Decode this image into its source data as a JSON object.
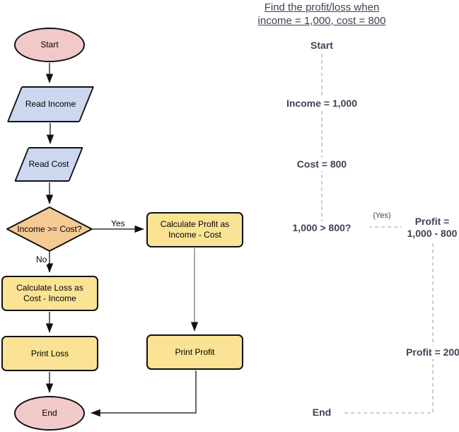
{
  "flowchart": {
    "start": "Start",
    "read_income": "Read Income",
    "read_cost": "Read Cost",
    "decision": "Income >= Cost?",
    "yes_label": "Yes",
    "no_label": "No",
    "calc_profit_line1": "Calculate Profit as",
    "calc_profit_line2": "Income - Cost",
    "calc_loss_line1": "Calculate Loss as",
    "calc_loss_line2": "Cost - Income",
    "print_loss": "Print Loss",
    "print_profit": "Print Profit",
    "end": "End"
  },
  "trace": {
    "title_line1": "Find the profit/loss when",
    "title_line2": "income = 1,000, cost = 800",
    "start": "Start",
    "income": "Income = 1,000",
    "cost": "Cost = 800",
    "decision": "1,000 > 800?",
    "yes": "(Yes)",
    "profit_expr_line1": "Profit =",
    "profit_expr_line2": "1,000 - 800",
    "profit_value": "Profit = 200",
    "end": "End"
  },
  "colors": {
    "terminator_fill": "#f2c9c9",
    "io_fill": "#ccd7f0",
    "decision_fill": "#f6ca94",
    "process_fill": "#fae394",
    "shape_border": "#111111",
    "arrow_line": "#333333",
    "arrow_line_gray": "#888888",
    "annotation_text": "#3e4356",
    "dashed_line": "#b3b3b3"
  }
}
